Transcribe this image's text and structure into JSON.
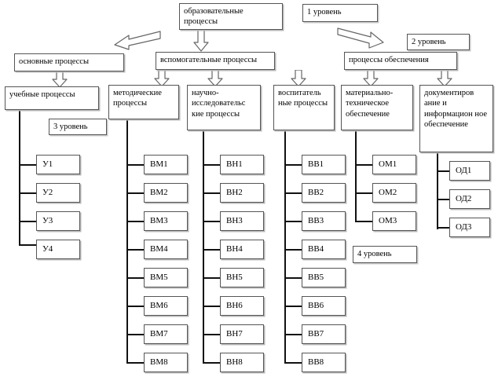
{
  "diagram": {
    "title_box": {
      "label": "образовательные процессы"
    },
    "level_labels": [
      {
        "id": "l1",
        "label": "1 уровень"
      },
      {
        "id": "l2",
        "label": "2 уровень"
      },
      {
        "id": "l3",
        "label": "3 уровень"
      },
      {
        "id": "l4",
        "label": "4 уровень"
      }
    ],
    "row2": [
      {
        "id": "main",
        "label": "основные процессы"
      },
      {
        "id": "auxiliary",
        "label": "вспомогательные процессы"
      },
      {
        "id": "support",
        "label": "процессы обеспечения"
      }
    ],
    "row3": [
      {
        "id": "edu",
        "label": "учебные процессы"
      },
      {
        "id": "method",
        "label": "методические процессы"
      },
      {
        "id": "sci",
        "label": "научно-исследовательс кие процессы"
      },
      {
        "id": "upbr",
        "label": "воспитатель ные процессы"
      },
      {
        "id": "mat",
        "label": "материально-техническое обеспечение"
      },
      {
        "id": "doc",
        "label": "документиров ание и информацион ное обеспечение"
      }
    ],
    "leaves": {
      "edu": [
        "У1",
        "У2",
        "У3",
        "У4"
      ],
      "method": [
        "ВМ1",
        "ВМ2",
        "ВМ3",
        "ВМ4",
        "ВМ5",
        "ВМ6",
        "ВМ7",
        "ВМ8"
      ],
      "sci": [
        "ВН1",
        "ВН2",
        "ВН3",
        "ВН4",
        "ВН5",
        "ВН6",
        "ВН7",
        "ВН8"
      ],
      "upbr": [
        "ВВ1",
        "ВВ2",
        "ВВ3",
        "ВВ4",
        "ВВ5",
        "ВВ6",
        "ВВ7",
        "ВВ8"
      ],
      "mat": [
        "ОМ1",
        "ОМ2",
        "ОМ3"
      ],
      "doc": [
        "ОД1",
        "ОД2",
        "ОД3"
      ]
    },
    "colors": {
      "box_border": "#555555",
      "line": "#111111",
      "background": "#ffffff"
    }
  }
}
